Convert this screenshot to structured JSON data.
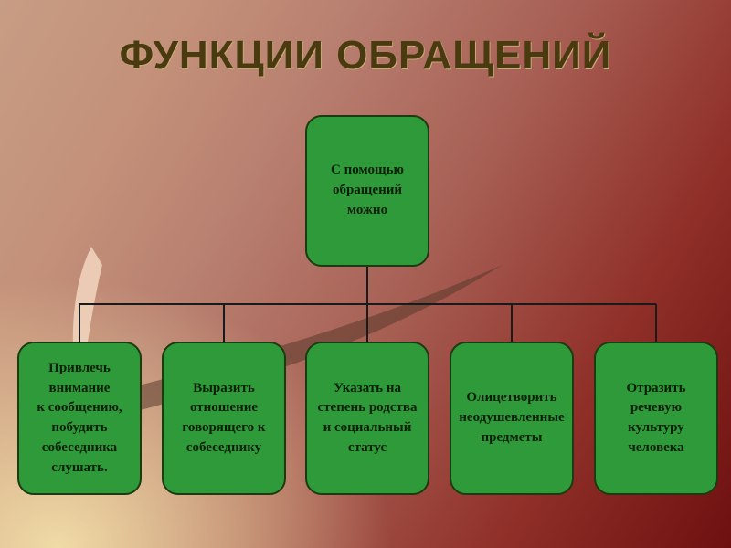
{
  "title": "ФУНКЦИИ ОБРАЩЕНИЙ",
  "colors": {
    "node_fill": "#2f9a3a",
    "node_border": "#1e3a12",
    "title_color": "#4a3a10",
    "line_color": "#1a1a1a"
  },
  "root": {
    "text": "С помощью\nобращений\nможно"
  },
  "functions": [
    {
      "text": "Привлечь\nвнимание\nк сообщению,\nпобудить\nсобеседника\nслушать."
    },
    {
      "text": "Выразить\nотношение\nговорящего к\nсобеседнику"
    },
    {
      "text": "Указать на\nстепень родства\nи социальный\nстатус"
    },
    {
      "text": "Олицетворить\nнеодушевленные\nпредметы"
    },
    {
      "text": "Отразить\nречевую\nкультуру\nчеловека"
    }
  ]
}
